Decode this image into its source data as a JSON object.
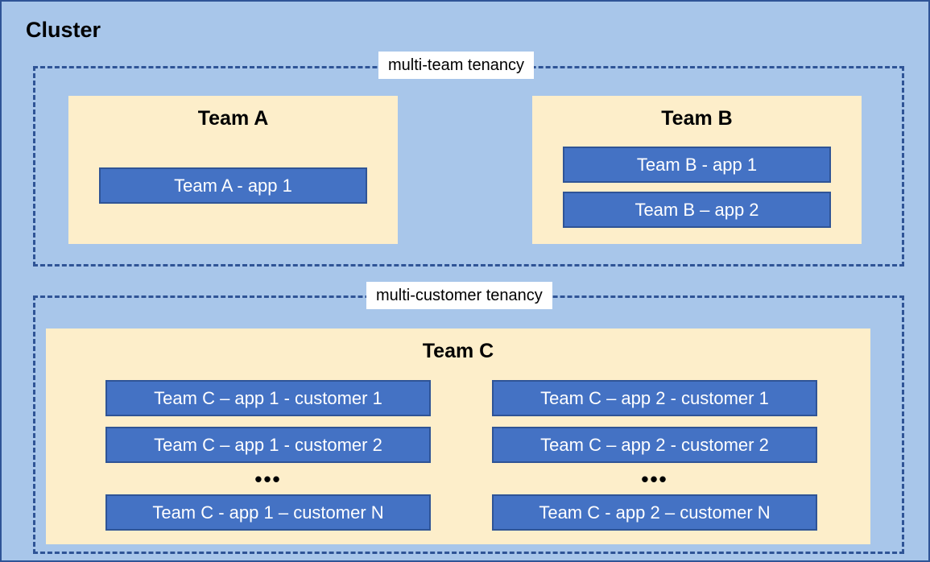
{
  "diagram": {
    "title": "Cluster",
    "colors": {
      "cluster_background": "#a8c6ea",
      "cluster_border": "#2f5496",
      "tenancy_dash": "#2f5496",
      "team_fill": "#fdeeca",
      "app_fill": "#4472c4",
      "app_border": "#2f5496",
      "app_text": "#ffffff",
      "label_chip": "#ffffff"
    }
  },
  "zones": {
    "multi_team": {
      "label": "multi-team tenancy",
      "teams": [
        {
          "name": "Team A",
          "apps": [
            {
              "label": "Team A - app 1"
            }
          ]
        },
        {
          "name": "Team B",
          "apps": [
            {
              "label": "Team B - app 1"
            },
            {
              "label": "Team B – app 2"
            }
          ]
        }
      ]
    },
    "multi_customer": {
      "label": "multi-customer tenancy",
      "teams": [
        {
          "name": "Team C",
          "columns": [
            {
              "app": "app 1",
              "instances": [
                {
                  "label": "Team C – app 1 - customer 1"
                },
                {
                  "label": "Team C – app 1 - customer 2"
                },
                {
                  "label": "Team C - app 1 – customer N"
                }
              ],
              "ellipsis": "•••"
            },
            {
              "app": "app 2",
              "instances": [
                {
                  "label": "Team C – app 2 - customer 1"
                },
                {
                  "label": "Team C – app 2 - customer 2"
                },
                {
                  "label": "Team C - app 2 – customer N"
                }
              ],
              "ellipsis": "•••"
            }
          ]
        }
      ]
    }
  }
}
